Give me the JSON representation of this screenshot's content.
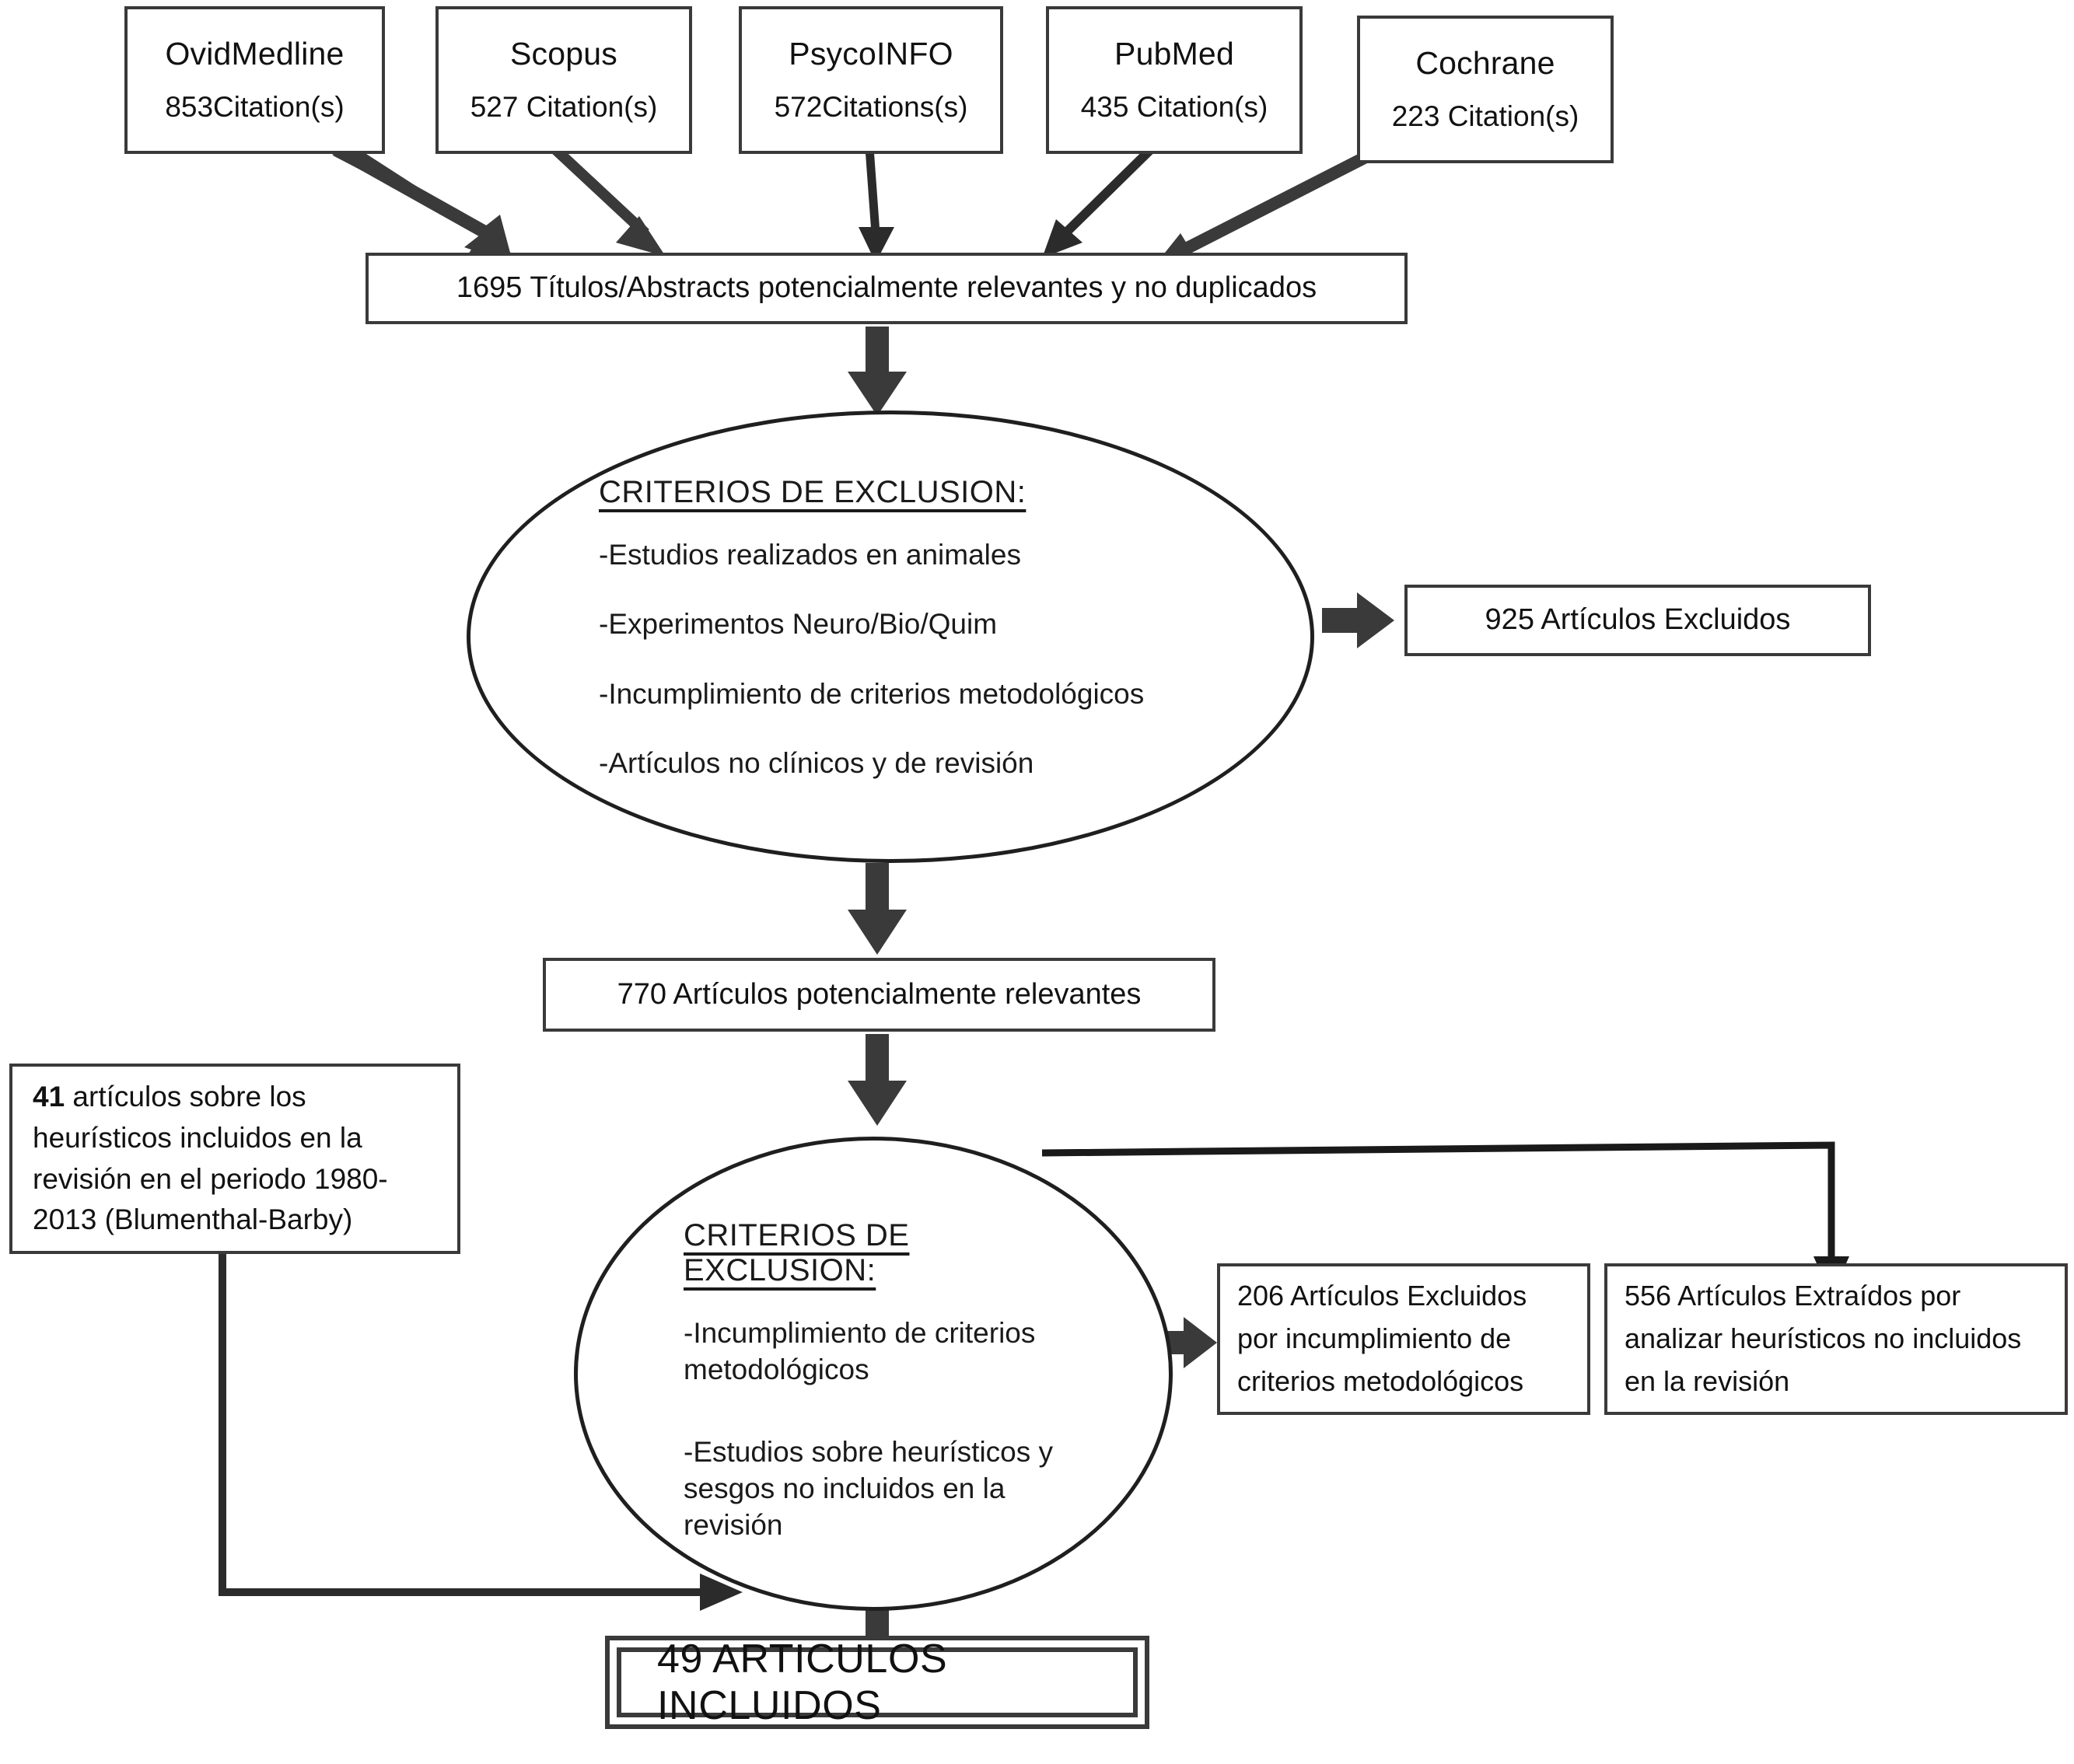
{
  "diagram": {
    "type": "prisma-flow-diagram",
    "language": "es",
    "colors": {
      "stroke": "#3a3a3a",
      "ellipse_stroke": "#1f1f1f",
      "arrow_fill": "#3a3a3a",
      "text": "#111111",
      "background": "#ffffff"
    }
  },
  "sources": [
    {
      "name": "OvidMedline",
      "count": "853Citation(s)"
    },
    {
      "name": "Scopus",
      "count": "527 Citation(s)"
    },
    {
      "name": "PsycoINFO",
      "count": "572Citations(s)"
    },
    {
      "name": "PubMed",
      "count": "435 Citation(s)"
    },
    {
      "name": "Cochrane",
      "count": "223 Citation(s)"
    }
  ],
  "merge": {
    "label": "1695 Títulos/Abstracts potencialmente relevantes y no duplicados"
  },
  "exclusion_1": {
    "heading": "CRITERIOS DE EXCLUSION:",
    "items": [
      "-Estudios realizados en animales",
      "-Experimentos Neuro/Bio/Quim",
      "-Incumplimiento de criterios metodológicos",
      "-Artículos no clínicos y de revisión"
    ]
  },
  "excluded_1": {
    "label": "925 Artículos Excluidos"
  },
  "relevant": {
    "label": "770 Artículos potencialmente relevantes"
  },
  "prior_review": {
    "lead": "41",
    "rest": " artículos sobre los heurísticos incluidos en la revisión en el periodo 1980-2013 (Blumenthal-Barby)"
  },
  "exclusion_2": {
    "heading": "CRITERIOS DE EXCLUSION:",
    "items": [
      "-Incumplimiento de criterios metodológicos",
      "-Estudios sobre heurísticos y sesgos no incluidos en la revisión"
    ]
  },
  "excluded_2": {
    "label": "206 Artículos Excluidos por incumplimiento de criterios metodológicos"
  },
  "extracted": {
    "label": "556 Artículos Extraídos por analizar heurísticos no incluidos en la revisión"
  },
  "final": {
    "label": "49 ARTICULOS INCLUIDOS"
  }
}
